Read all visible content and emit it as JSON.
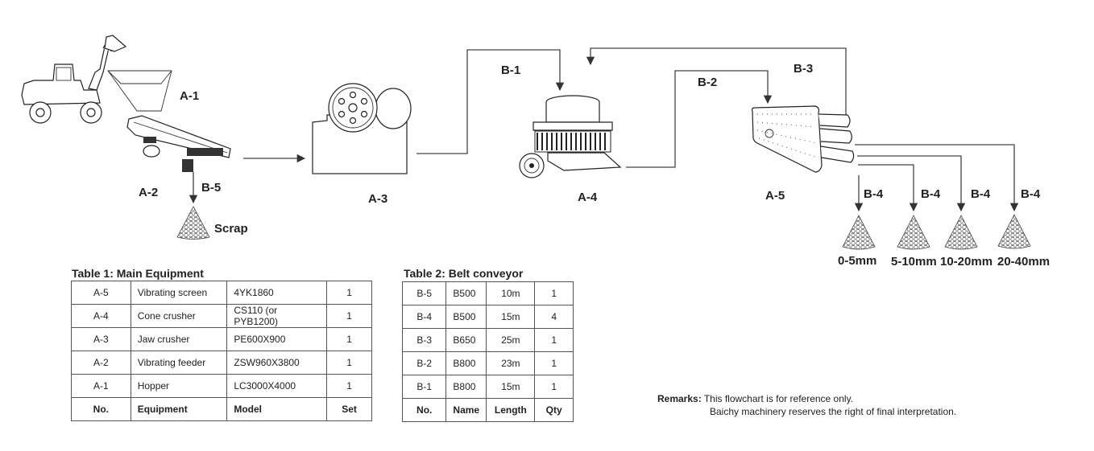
{
  "diagram": {
    "equipment_labels": {
      "hopper": "A-1",
      "feeder": "A-2",
      "jaw_crusher": "A-3",
      "cone_crusher": "A-4",
      "screen": "A-5"
    },
    "conveyor_labels": {
      "b1": "B-1",
      "b2": "B-2",
      "b3": "B-3",
      "b5": "B-5",
      "b4": [
        "B-4",
        "B-4",
        "B-4",
        "B-4"
      ]
    },
    "scrap_label": "Scrap",
    "products": [
      "0-5mm",
      "5-10mm",
      "10-20mm",
      "20-40mm"
    ]
  },
  "table1": {
    "caption": "Table 1: Main Equipment",
    "rows": [
      {
        "no": "A-5",
        "equipment": "Vibrating screen",
        "model": "4YK1860",
        "set": "1"
      },
      {
        "no": "A-4",
        "equipment": "Cone crusher",
        "model": "CS110 (or PYB1200)",
        "set": "1"
      },
      {
        "no": "A-3",
        "equipment": "Jaw crusher",
        "model": "PE600X900",
        "set": "1"
      },
      {
        "no": "A-2",
        "equipment": "Vibrating feeder",
        "model": "ZSW960X3800",
        "set": "1"
      },
      {
        "no": "A-1",
        "equipment": "Hopper",
        "model": "LC3000X4000",
        "set": "1"
      }
    ],
    "header": {
      "no": "No.",
      "equipment": "Equipment",
      "model": "Model",
      "set": "Set"
    }
  },
  "table2": {
    "caption": "Table 2: Belt conveyor",
    "rows": [
      {
        "no": "B-5",
        "name": "B500",
        "length": "10m",
        "qty": "1"
      },
      {
        "no": "B-4",
        "name": "B500",
        "length": "15m",
        "qty": "4"
      },
      {
        "no": "B-3",
        "name": "B650",
        "length": "25m",
        "qty": "1"
      },
      {
        "no": "B-2",
        "name": "B800",
        "length": "23m",
        "qty": "1"
      },
      {
        "no": "B-1",
        "name": "B800",
        "length": "15m",
        "qty": "1"
      }
    ],
    "header": {
      "no": "No.",
      "name": "Name",
      "length": "Length",
      "qty": "Qty"
    }
  },
  "remarks": {
    "label": "Remarks:",
    "line1": "This flowchart is for reference only.",
    "line2": "Baichy machinery reserves the right of final interpretation."
  }
}
